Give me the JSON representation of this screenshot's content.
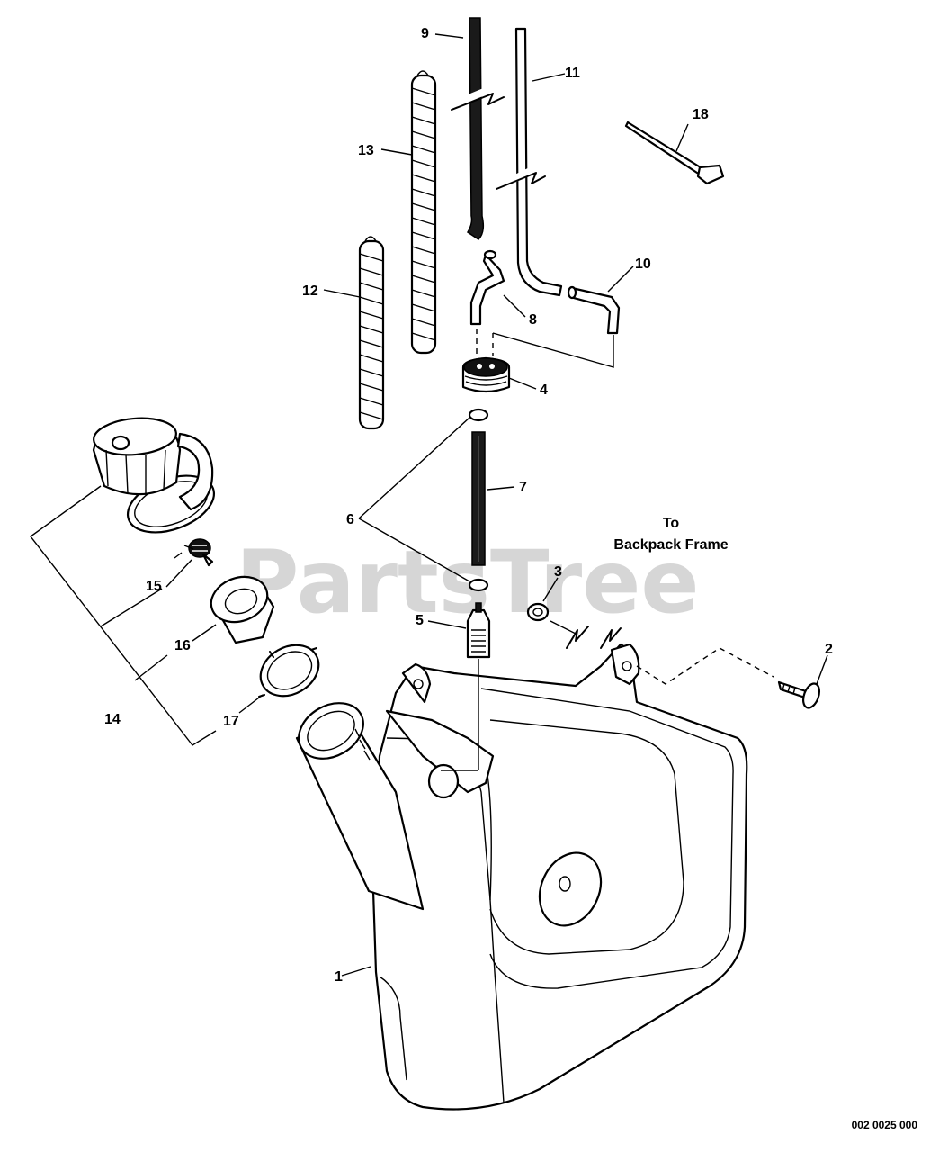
{
  "watermark": "PartsTree",
  "reference_number": "002 0025 000",
  "callout": {
    "line1": "To",
    "line2": "Backpack Frame"
  },
  "parts": [
    {
      "num": "1",
      "name": "fuel-tank"
    },
    {
      "num": "2",
      "name": "screw"
    },
    {
      "num": "3",
      "name": "nut"
    },
    {
      "num": "4",
      "name": "grommet"
    },
    {
      "num": "5",
      "name": "fuel-filter"
    },
    {
      "num": "6",
      "name": "o-ring"
    },
    {
      "num": "7",
      "name": "fuel-line"
    },
    {
      "num": "8",
      "name": "elbow-fitting"
    },
    {
      "num": "9",
      "name": "fuel-hose"
    },
    {
      "num": "10",
      "name": "return-elbow"
    },
    {
      "num": "11",
      "name": "vent-line"
    },
    {
      "num": "12",
      "name": "spiral-wrap-short"
    },
    {
      "num": "13",
      "name": "spiral-wrap-long"
    },
    {
      "num": "14",
      "name": "fuel-cap-assembly"
    },
    {
      "num": "15",
      "name": "vent-valve"
    },
    {
      "num": "16",
      "name": "retainer"
    },
    {
      "num": "17",
      "name": "gasket"
    },
    {
      "num": "18",
      "name": "cable-tie"
    }
  ]
}
